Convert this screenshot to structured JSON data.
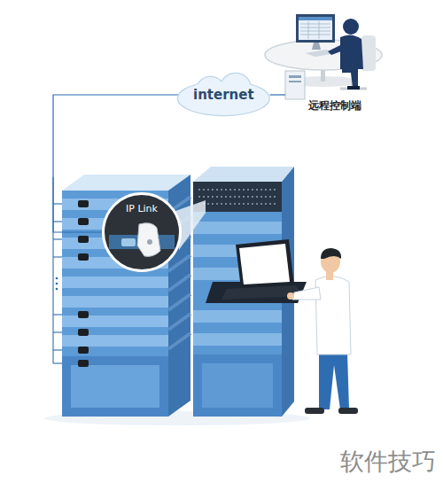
{
  "diagram": {
    "nodes": [
      {
        "text": [
          "internet"
        ]
      },
      {
        "text": [
          "远程控制端"
        ]
      },
      {
        "text": [
          "IP Link"
        ]
      }
    ],
    "edges": [
      {
        "from": 0,
        "to": 1,
        "arrow": "none"
      },
      {
        "from": 0,
        "to": 2,
        "arrow": "none"
      }
    ],
    "labels": [
      "软件技巧"
    ]
  }
}
